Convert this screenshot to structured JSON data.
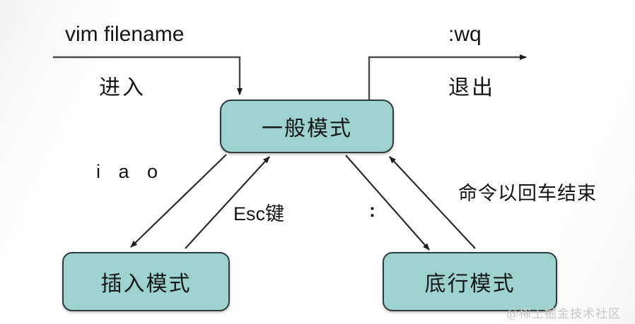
{
  "diagram": {
    "title": "vim mode transition diagram",
    "colors": {
      "node_fill": "#9ed2ce",
      "node_stroke": "#2e3b3f",
      "edge_stroke": "#2b2b2b",
      "text": "#141414",
      "background": "#fdfdfd",
      "watermark": "#c9c9c9"
    },
    "nodes": [
      {
        "id": "normal",
        "label": "一般模式"
      },
      {
        "id": "insert",
        "label": "插入模式"
      },
      {
        "id": "lastline",
        "label": "底行模式"
      }
    ],
    "edge_labels": {
      "vim_command": "vim filename",
      "enter": "进入",
      "wq_command": ":wq",
      "exit": "退出",
      "iao": "i a o",
      "esc_key": "Esc键",
      "colon": ":",
      "enter_key_note": "命令以回车结束"
    },
    "edges": [
      {
        "from": "start",
        "to": "normal",
        "labels": [
          "vim filename",
          "进入"
        ]
      },
      {
        "from": "normal",
        "to": "end",
        "labels": [
          ":wq",
          "退出"
        ]
      },
      {
        "from": "normal",
        "to": "insert",
        "labels": [
          "i a o"
        ]
      },
      {
        "from": "insert",
        "to": "normal",
        "labels": [
          "Esc键"
        ]
      },
      {
        "from": "normal",
        "to": "lastline",
        "labels": [
          ":"
        ]
      },
      {
        "from": "lastline",
        "to": "normal",
        "labels": [
          "命令以回车结束"
        ]
      }
    ]
  },
  "watermark": {
    "text": "@稀土掘金技术社区"
  }
}
